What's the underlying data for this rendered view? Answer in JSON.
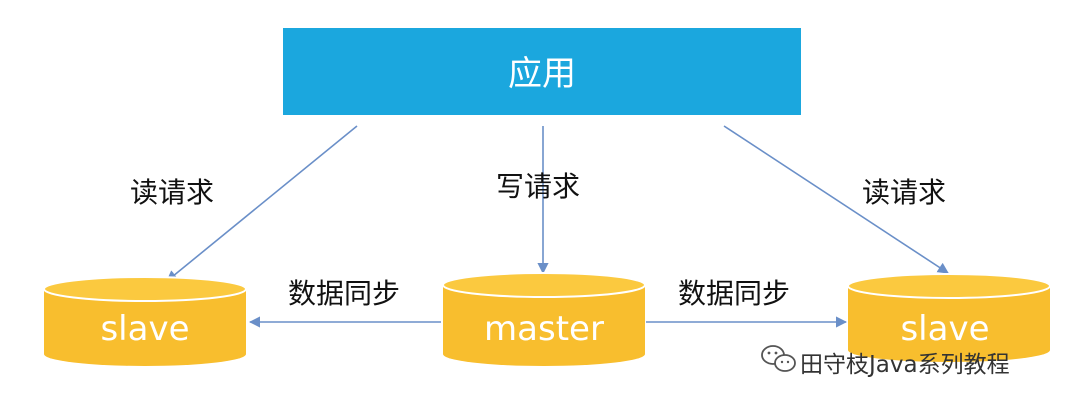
{
  "app": {
    "label": "应用"
  },
  "nodes": {
    "slave_left": {
      "label": "slave"
    },
    "master": {
      "label": "master"
    },
    "slave_right": {
      "label": "slave"
    }
  },
  "edges": {
    "read_left": {
      "label": "读请求"
    },
    "write": {
      "label": "写请求"
    },
    "read_right": {
      "label": "读请求"
    },
    "sync_left": {
      "label": "数据同步"
    },
    "sync_right": {
      "label": "数据同步"
    }
  },
  "watermark": {
    "text": "田守枝Java系列教程",
    "icon": "wechat-icon"
  },
  "colors": {
    "app_fill": "#1BA7DE",
    "db_fill": "#F8BE2E",
    "db_top": "#FBC93F",
    "db_edge": "#E8A600",
    "arrow": "#6A8FC8"
  }
}
